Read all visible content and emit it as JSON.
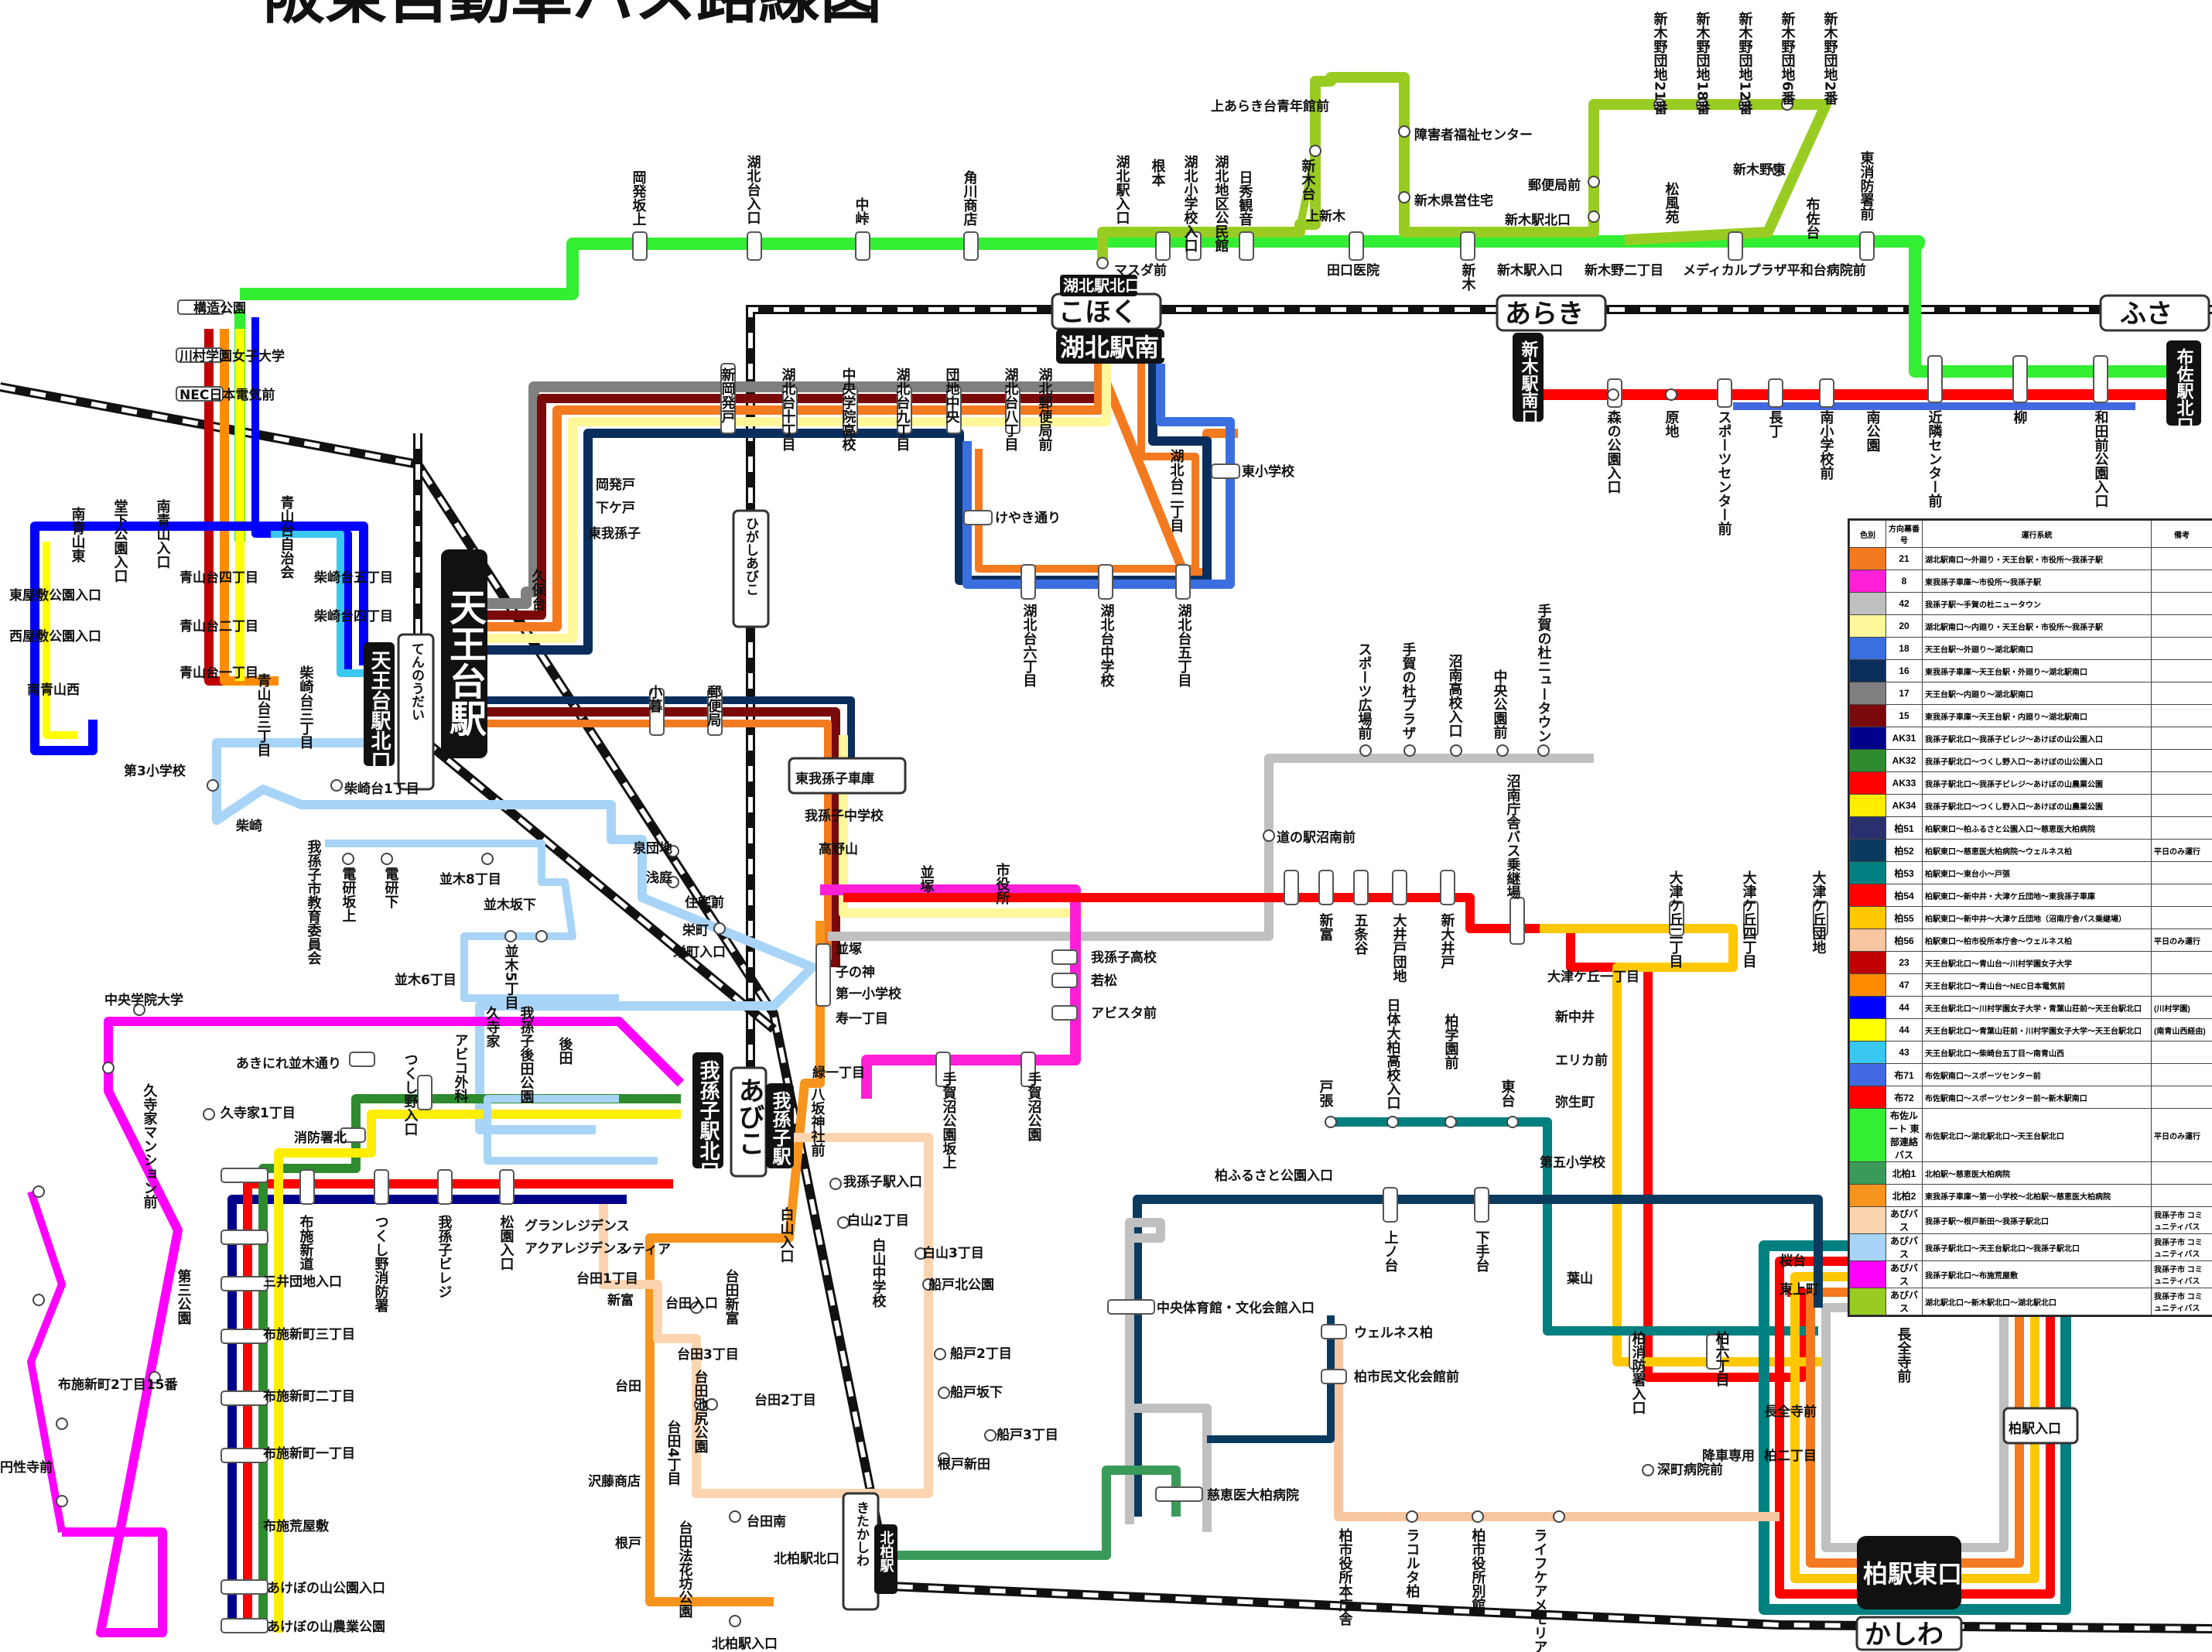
{
  "title": "阪東自動車バス路線図",
  "railway_stations": {
    "kohoku": "こほく",
    "araki": "あらき",
    "fusa": "ふさ",
    "abiko": "あびこ",
    "kitakashiwa": "きたかしわ",
    "kashiwa": "かしわ",
    "tennodai": "てんのうだい",
    "higashiabiko": "ひがしあびこ"
  },
  "terminals": {
    "tennodai_eki": "天王台駅",
    "tennodai_kitaguchi": "天王台駅北口",
    "kohoku_minamiguchi": "湖北駅南口",
    "kohoku_kitaguchi": "湖北駅北口",
    "shinkinami": "新木駅南口",
    "fusa_kitaguchi": "布佐駅北口",
    "abiko_kitaguchi": "我孫子駅北口",
    "abiko_eki": "我孫子駅",
    "kashiwa_higashiguchi": "柏駅東口",
    "kitakashiwa_eki": "北柏駅",
    "kashiwa_iriguchi": "柏駅入口",
    "higashi_shako": "東我孫子車庫"
  },
  "stops": {
    "top_route": [
      "岡発坂上",
      "湖北台入口",
      "中峠",
      "角川商店",
      "湖北駅入口",
      "根本",
      "湖北小学校入口",
      "湖北地区公民館",
      "日秀観音",
      "新木台",
      "上新木",
      "新木県営住宅",
      "上あらき台青年館前",
      "障害者福祉センター",
      "郵便局前",
      "新木駅北口",
      "新木",
      "新木駅入口",
      "新木野二丁目",
      "田口医院",
      "マスダ前",
      "メディカルプラザ平和台病院前",
      "松風苑",
      "新木野東",
      "布佐台",
      "東消防署前",
      "新木野団地21番",
      "新木野団地18番",
      "新木野団地12番",
      "新木野団地6番",
      "新木野団地2番"
    ],
    "fusa_route": [
      "森の公園入口",
      "原地",
      "スポーツセンター前",
      "長丁",
      "南小学校前",
      "南公園",
      "近隣センター前",
      "柳",
      "和田前公園入口"
    ],
    "kohoku_south": [
      "新岡発戸",
      "湖北台十丁目",
      "中央学院高校",
      "湖北台九丁目",
      "団地中央",
      "湖北台八丁目",
      "湖北郵便局前",
      "東小学校",
      "湖北台二丁目",
      "けやき通り",
      "湖北台六丁目",
      "湖北台中学校",
      "湖北台五丁目"
    ],
    "tennodai_area": [
      "構造公園",
      "川村学園女子大学",
      "NEC日本電気前",
      "岡発戸",
      "下ケ戸",
      "東我孫子",
      "久保台",
      "小暮",
      "郵便局",
      "南青山東",
      "堂下公園入口",
      "南青山入口",
      "青山台四丁目",
      "青山台二丁目",
      "青山台一丁目",
      "青山台三丁目",
      "柴崎台五丁目",
      "柴崎台四丁目",
      "柴崎台三丁目",
      "青山台自治会",
      "南青山西",
      "東屋敷公園入口",
      "西屋敷公園入口",
      "第3小学校",
      "柴崎",
      "柴崎台1丁目",
      "我孫子市教育委員会",
      "電研坂上",
      "電研下",
      "並木8丁目",
      "並木坂下",
      "泉団地",
      "浅庭",
      "住宅前",
      "栄町",
      "栄町入口"
    ],
    "abiko_area": [
      "我孫子中学校",
      "高野山",
      "並塚",
      "市役所",
      "子の神",
      "第一小学校",
      "寿一丁目",
      "緑一丁目",
      "八坂神社前",
      "手賀沼公園坂上",
      "手賀沼公園",
      "我孫子高校",
      "若松",
      "アビスタ前",
      "並木6丁目",
      "並木5丁目",
      "久寺家",
      "我孫子後田公園",
      "後田",
      "アビコ外科",
      "あきにれ並木通り",
      "つくし野入口",
      "消防署北",
      "中央学院大学",
      "久寺家1丁目",
      "久寺家マンション前",
      "布施新道",
      "つくし野消防署",
      "我孫子ビレジ",
      "松園入口",
      "三井団地入口",
      "布施新町三丁目",
      "布施新町二丁目",
      "布施新町一丁目",
      "布施荒屋敷",
      "あけぼの山公園入口",
      "あけぼの山農業公園",
      "第三公園",
      "布施新町2丁目15番",
      "円性寺前"
    ],
    "south_area": [
      "グランレジデンス",
      "アクアレジデンス",
      "シティア",
      "台田1丁目",
      "新富",
      "台田入口",
      "台田新富",
      "台田3丁目",
      "台田池尻公園",
      "台田2丁目",
      "台田4丁目",
      "台田",
      "沢藤商店",
      "根戸",
      "台田法花坊公園",
      "台田南",
      "北柏駅北口",
      "北柏駅入口",
      "我孫子駅入口",
      "白山入口",
      "白山2丁目",
      "白山中学校",
      "白山3丁目",
      "船戸北公園",
      "船戸2丁目",
      "船戸坂下",
      "船戸3丁目",
      "根戸新田"
    ],
    "teganuma": [
      "道の駅沼南前",
      "新富",
      "五条谷",
      "大井戸団地",
      "新大井戸",
      "沼南庁舎バス乗継場",
      "スポーツ広場前",
      "手賀の杜プラザ",
      "沼南高校入口",
      "中央公園前",
      "手賀の杜ニュータウン",
      "大津ケ丘二丁目",
      "大津ケ丘四丁目",
      "大津ケ丘団地",
      "大津ケ丘一丁目",
      "新中井",
      "エリカ前",
      "弥生町",
      "第五小学校",
      "葉山",
      "桜台",
      "東上町",
      "長全寺前",
      "長全寺前",
      "柏六丁目",
      "柏二丁目",
      "柏消防署入口",
      "降車専用"
    ],
    "kashiwa_west": [
      "柏ふるさと公園入口",
      "上ノ台",
      "下手台",
      "中央体育館・文化会館入口",
      "ウェルネス柏",
      "柏市民文化会館前",
      "慈恵医大柏病院",
      "柏市役所本庁舎",
      "ラコルタ柏",
      "柏市役所別館",
      "ライフケアメモリアルパーク柏",
      "深町病院前",
      "戸張",
      "日体大柏高校入口",
      "柏学園前",
      "東台"
    ]
  },
  "legend": {
    "headers": [
      "色別",
      "方向幕番号",
      "運行系統",
      "備考"
    ],
    "rows": [
      {
        "color": "#f47a20",
        "no": "21",
        "route": "湖北駅南口〜外廻り・天王台駅・市役所〜我孫子駅",
        "note": ""
      },
      {
        "color": "#ff1fd7",
        "no": "8",
        "route": "東我孫子車庫〜市役所〜我孫子駅",
        "note": ""
      },
      {
        "color": "#c0c0c0",
        "no": "42",
        "route": "我孫子駅〜手賀の杜ニュータウン",
        "note": ""
      },
      {
        "color": "#fff79a",
        "no": "20",
        "route": "湖北駅南口〜内廻り・天王台駅・市役所〜我孫子駅",
        "note": ""
      },
      {
        "color": "#3b6fe0",
        "no": "18",
        "route": "天王台駅〜外廻り〜湖北駅南口",
        "note": ""
      },
      {
        "color": "#0a2e5c",
        "no": "16",
        "route": "東我孫子車庫〜天王台駅・外廻り〜湖北駅南口",
        "note": ""
      },
      {
        "color": "#808080",
        "no": "17",
        "route": "天王台駅〜内廻り〜湖北駅南口",
        "note": ""
      },
      {
        "color": "#7a0a0a",
        "no": "15",
        "route": "東我孫子車庫〜天王台駅・内廻り〜湖北駅南口",
        "note": ""
      },
      {
        "color": "#00008b",
        "no": "AK31",
        "route": "我孫子駅北口〜我孫子ビレジ〜あけぼの山公園入口",
        "note": ""
      },
      {
        "color": "#2e8b2e",
        "no": "AK32",
        "route": "我孫子駅北口〜つくし野入口〜あけぼの山公園入口",
        "note": ""
      },
      {
        "color": "#ff0000",
        "no": "AK33",
        "route": "我孫子駅北口〜我孫子ビレジ〜あけぼの山農業公園",
        "note": ""
      },
      {
        "color": "#ffee00",
        "no": "AK34",
        "route": "我孫子駅北口〜つくし野入口〜あけぼの山農業公園",
        "note": ""
      },
      {
        "color": "#2a2f6e",
        "no": "柏51",
        "route": "柏駅東口〜柏ふるさと公園入口〜慈恵医大柏病院",
        "note": ""
      },
      {
        "color": "#0b3a5e",
        "no": "柏52",
        "route": "柏駅東口〜慈恵医大柏病院〜ウェルネス柏",
        "note": "平日のみ運行"
      },
      {
        "color": "#008080",
        "no": "柏53",
        "route": "柏駅東口〜東台小〜戸張",
        "note": ""
      },
      {
        "color": "#ff0000",
        "no": "柏54",
        "route": "柏駅東口〜新中井・大津ケ丘団地〜東我孫子車庫",
        "note": ""
      },
      {
        "color": "#ffc800",
        "no": "柏55",
        "route": "柏駅東口〜新中井〜大津ケ丘団地（沼南庁舎バス乗継場）",
        "note": ""
      },
      {
        "color": "#f7c6a0",
        "no": "柏56",
        "route": "柏駅東口〜柏市役所本庁舎〜ウェルネス柏",
        "note": "平日のみ運行"
      },
      {
        "color": "#c00000",
        "no": "23",
        "route": "天王台駅北口〜青山台〜川村学園女子大学",
        "note": ""
      },
      {
        "color": "#ff8c00",
        "no": "47",
        "route": "天王台駅北口〜青山台〜NEC日本電気前",
        "note": ""
      },
      {
        "color": "#0000ff",
        "no": "44",
        "route": "天王台駅北口〜川村学園女子大学・青葉山荘前〜天王台駅北口",
        "note": "(川村学園)"
      },
      {
        "color": "#ffff00",
        "no": "44",
        "route": "天王台駅北口〜青葉山荘前・川村学園女子大学〜天王台駅北口",
        "note": "(南青山西経由)"
      },
      {
        "color": "#38c8f0",
        "no": "43",
        "route": "天王台駅北口〜柴崎台五丁目〜南青山西",
        "note": ""
      },
      {
        "color": "#4169e1",
        "no": "布71",
        "route": "布佐駅南口〜スポーツセンター前",
        "note": ""
      },
      {
        "color": "#ff0000",
        "no": "布72",
        "route": "布佐駅南口〜スポーツセンター前〜新木駅南口",
        "note": ""
      },
      {
        "color": "#33ee33",
        "no": "布佐ルート 東部連絡バス",
        "route": "布佐駅北口〜湖北駅北口〜天王台駅北口",
        "note": "平日のみ運行"
      },
      {
        "color": "#3a9a5a",
        "no": "北柏1",
        "route": "北柏駅〜慈恵医大柏病院",
        "note": ""
      },
      {
        "color": "#f7941d",
        "no": "北柏2",
        "route": "東我孫子車庫〜第一小学校〜北柏駅〜慈恵医大柏病院",
        "note": ""
      },
      {
        "color": "#fcd5b0",
        "no": "あびバス",
        "route": "我孫子駅〜根戸新田〜我孫子駅北口",
        "note": "我孫子市 コミュニティバス"
      },
      {
        "color": "#a8d4f7",
        "no": "あびバス",
        "route": "我孫子駅北口〜天王台駅北口〜我孫子駅北口",
        "note": "我孫子市 コミュニティバス"
      },
      {
        "color": "#ff00ff",
        "no": "あびバス",
        "route": "我孫子駅北口〜布施荒屋敷",
        "note": "我孫子市 コミュニティバス"
      },
      {
        "color": "#99cc22",
        "no": "あびバス",
        "route": "湖北駅北口〜新木駅北口〜湖北駅北口",
        "note": "我孫子市 コミュニティバス"
      }
    ]
  }
}
